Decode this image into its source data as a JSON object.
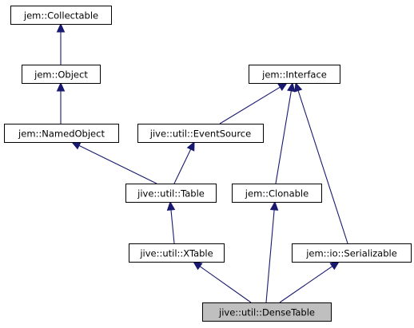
{
  "diagram": {
    "nodes": [
      {
        "id": "collectable",
        "label": "jem::Collectable",
        "interactable": true,
        "current": false
      },
      {
        "id": "object",
        "label": "jem::Object",
        "interactable": true,
        "current": false
      },
      {
        "id": "interface",
        "label": "jem::Interface",
        "interactable": true,
        "current": false
      },
      {
        "id": "namedobject",
        "label": "jem::NamedObject",
        "interactable": true,
        "current": false
      },
      {
        "id": "eventsource",
        "label": "jive::util::EventSource",
        "interactable": true,
        "current": false
      },
      {
        "id": "table",
        "label": "jive::util::Table",
        "interactable": true,
        "current": false
      },
      {
        "id": "clonable",
        "label": "jem::Clonable",
        "interactable": true,
        "current": false
      },
      {
        "id": "xtable",
        "label": "jive::util::XTable",
        "interactable": true,
        "current": false
      },
      {
        "id": "serializable",
        "label": "jem::io::Serializable",
        "interactable": true,
        "current": false
      },
      {
        "id": "densetable",
        "label": "jive::util::DenseTable",
        "interactable": false,
        "current": true
      }
    ],
    "edges": [
      {
        "from": "object",
        "to": "collectable"
      },
      {
        "from": "namedobject",
        "to": "object"
      },
      {
        "from": "eventsource",
        "to": "interface"
      },
      {
        "from": "table",
        "to": "namedobject"
      },
      {
        "from": "table",
        "to": "eventsource"
      },
      {
        "from": "clonable",
        "to": "interface"
      },
      {
        "from": "serializable",
        "to": "interface"
      },
      {
        "from": "xtable",
        "to": "table"
      },
      {
        "from": "densetable",
        "to": "xtable"
      },
      {
        "from": "densetable",
        "to": "clonable"
      },
      {
        "from": "densetable",
        "to": "serializable"
      }
    ],
    "colors": {
      "edge": "#191970",
      "box_border": "#000000",
      "current_fill": "#bfbfbf"
    }
  }
}
